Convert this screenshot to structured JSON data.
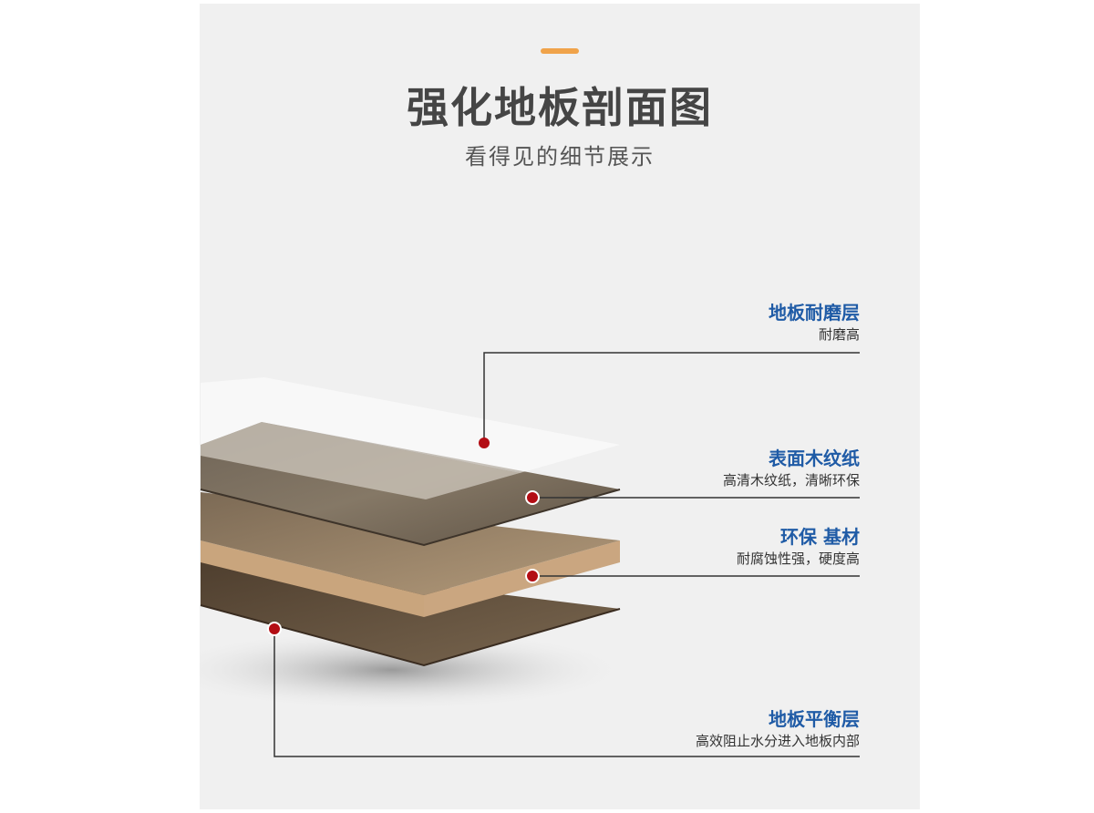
{
  "header": {
    "title": "强化地板剖面图",
    "subtitle": "看得见的细节展示"
  },
  "layers": [
    {
      "name": "地板耐磨层",
      "desc": "耐磨高"
    },
    {
      "name": "表面木纹纸",
      "desc": "高清木纹纸，清晰环保"
    },
    {
      "name": "环保 基材",
      "desc": "耐腐蚀性强，硬度高"
    },
    {
      "name": "地板平衡层",
      "desc": "高效阻止水分进入地板内部"
    }
  ],
  "colors": {
    "accent": "#f0a34a",
    "label": "#1f5ba6",
    "marker": "#b30d14"
  }
}
